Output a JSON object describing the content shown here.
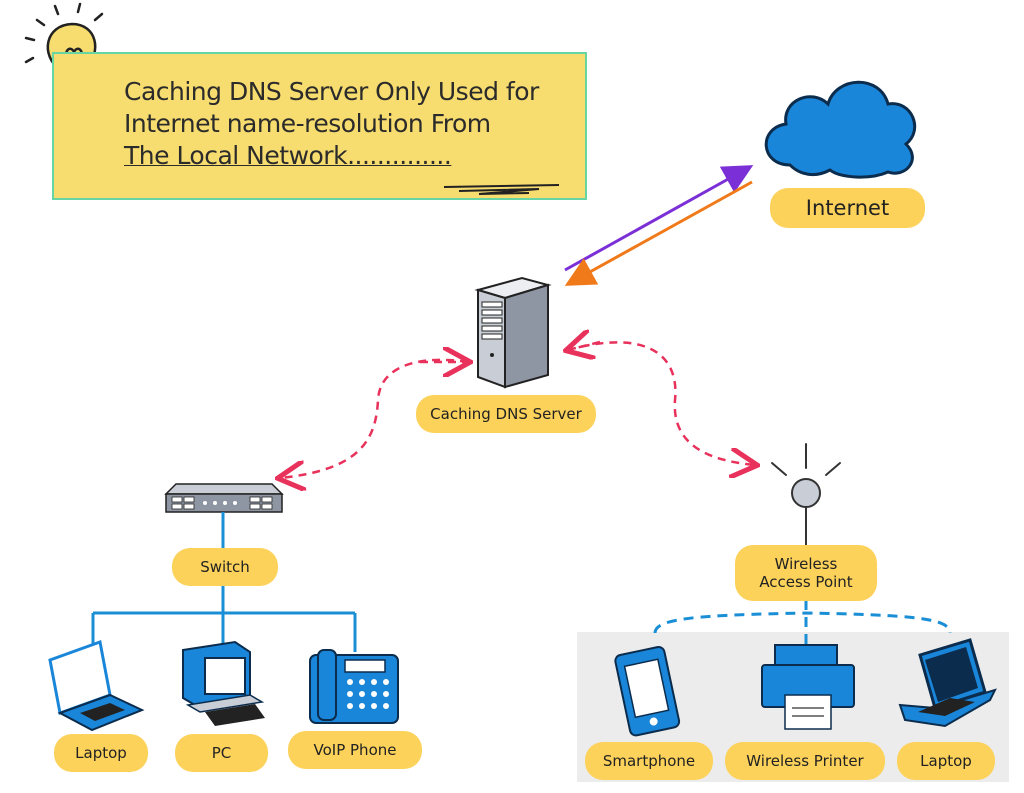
{
  "note": {
    "line1": "Caching DNS Server Only Used for",
    "line2": "Internet name-resolution From",
    "line3": "The Local Network.............."
  },
  "labels": {
    "internet": "Internet",
    "dns_server": "Caching DNS Server",
    "switch": "Switch",
    "wap_line1": "Wireless",
    "wap_line2": "Access Point",
    "laptop_left": "Laptop",
    "pc": "PC",
    "voip": "VoIP Phone",
    "smartphone": "Smartphone",
    "printer": "Wireless Printer",
    "laptop_right": "Laptop"
  },
  "colors": {
    "note_bg": "#f7dc6f",
    "note_border": "#67d4a4",
    "pill": "#fcd25a",
    "cloud": "#1a86d9",
    "arrow_up": "#7b2fd6",
    "arrow_down": "#f07a1a",
    "dashed_link": "#e8315b",
    "wired": "#1a8fd6",
    "device_blue": "#1a86d9"
  },
  "icons": [
    "lightbulb-icon",
    "cloud-icon",
    "server-icon",
    "switch-icon",
    "access-point-icon",
    "laptop-icon",
    "pc-icon",
    "voip-phone-icon",
    "smartphone-icon",
    "printer-icon"
  ]
}
